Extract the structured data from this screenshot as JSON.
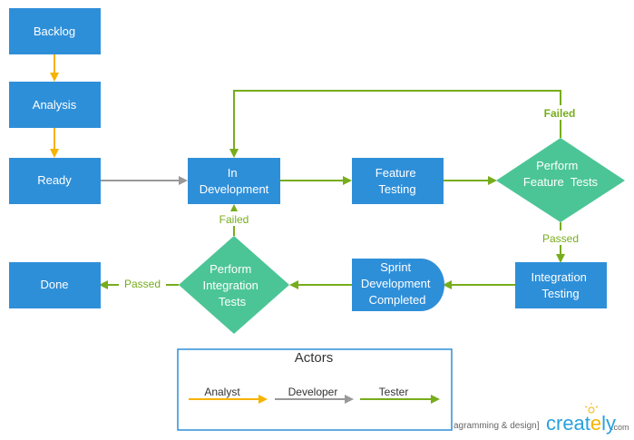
{
  "colors": {
    "box": "#2e8fd9",
    "diamond": "#4cc596",
    "analyst": "#f6b300",
    "developer": "#999999",
    "tester": "#77ad1c",
    "legend_border": "#2e8fd9",
    "brand": "#27a1dd"
  },
  "nodes": {
    "backlog": "Backlog",
    "analysis": "Analysis",
    "ready": "Ready",
    "in_development": [
      "In",
      "Development"
    ],
    "feature_testing": [
      "Feature",
      "Testing"
    ],
    "perform_feature_tests": [
      "Perform",
      "Feature  Tests"
    ],
    "integration_testing": [
      "Integration",
      "Testing"
    ],
    "sprint_development_completed": [
      "Sprint",
      "Development",
      "Completed"
    ],
    "perform_integration_tests": [
      "Perform",
      "Integration",
      "Tests"
    ],
    "done": "Done"
  },
  "edges": {
    "failed_feature": "Failed",
    "passed_feature": "Passed",
    "failed_integration": "Failed",
    "passed_integration": "Passed"
  },
  "legend": {
    "title": "Actors",
    "analyst": "Analyst",
    "developer": "Developer",
    "tester": "Tester"
  },
  "watermark": {
    "tagline": "agramming & design]",
    "brand_prefix": "creat",
    "brand_suffix": "ly",
    "domain": ".com"
  }
}
